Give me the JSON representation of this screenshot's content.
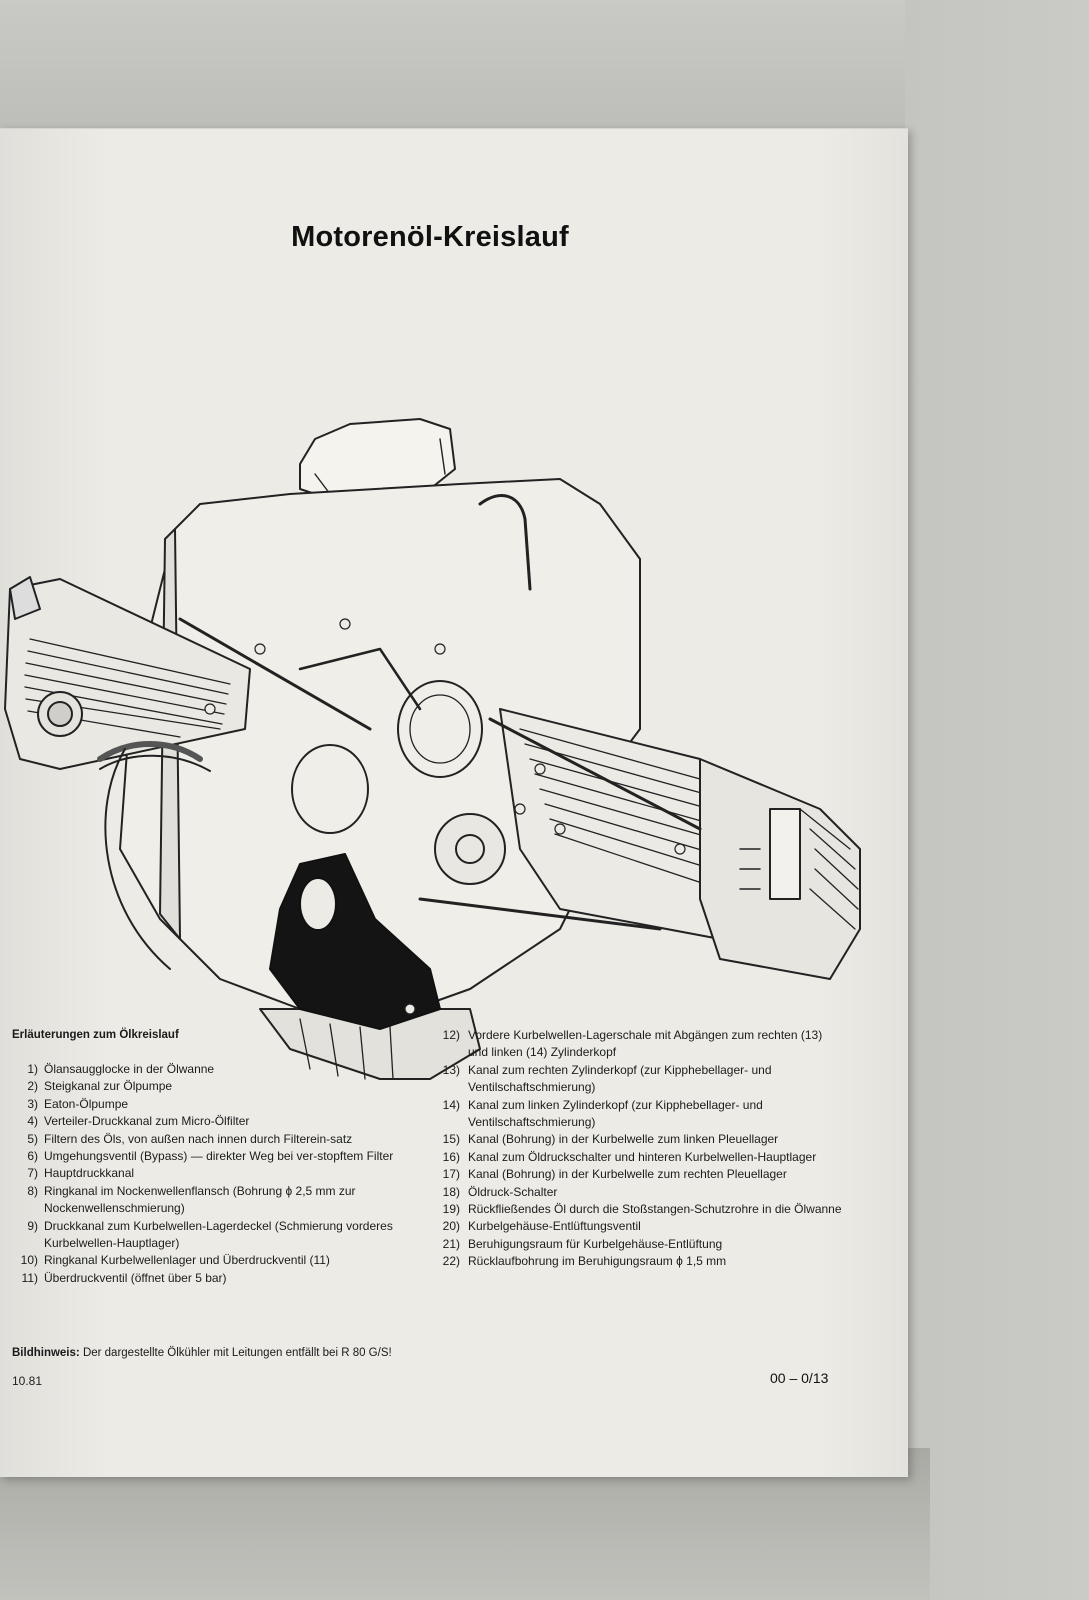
{
  "page": {
    "title": "Motorenöl-Kreislauf",
    "illustration_alt": "engine-cutaway-illustration"
  },
  "legend": {
    "heading": "Erläuterungen zum Ölkreislauf",
    "left_items": [
      {
        "num": "1)",
        "text": "Ölansaugglocke in der Ölwanne"
      },
      {
        "num": "2)",
        "text": "Steigkanal zur Ölpumpe"
      },
      {
        "num": "3)",
        "text": "Eaton-Ölpumpe"
      },
      {
        "num": "4)",
        "text": "Verteiler-Druckkanal zum Micro-Ölfilter"
      },
      {
        "num": "5)",
        "text": "Filtern des Öls, von außen nach innen durch Filterein-satz"
      },
      {
        "num": "6)",
        "text": "Umgehungsventil (Bypass) — direkter Weg bei ver-stopftem Filter"
      },
      {
        "num": "7)",
        "text": "Hauptdruckkanal"
      },
      {
        "num": "8)",
        "text": "Ringkanal im Nockenwellenflansch (Bohrung ϕ 2,5 mm zur Nockenwellenschmierung)"
      },
      {
        "num": "9)",
        "text": "Druckkanal zum Kurbelwellen-Lagerdeckel (Schmierung vorderes Kurbelwellen-Hauptlager)"
      },
      {
        "num": "10)",
        "text": "Ringkanal Kurbelwellenlager und Überdruckventil (11)"
      },
      {
        "num": "11)",
        "text": "Überdruckventil (öffnet über 5 bar)"
      }
    ],
    "right_items": [
      {
        "num": "12)",
        "text": "Vordere Kurbelwellen-Lagerschale mit Abgängen zum rechten (13) und linken (14) Zylinderkopf"
      },
      {
        "num": "13)",
        "text": "Kanal zum rechten Zylinderkopf (zur Kipphebellager- und Ventilschaftschmierung)"
      },
      {
        "num": "14)",
        "text": "Kanal zum linken Zylinderkopf (zur Kipphebellager- und Ventilschaftschmierung)"
      },
      {
        "num": "15)",
        "text": "Kanal (Bohrung) in der Kurbelwelle zum linken Pleuellager"
      },
      {
        "num": "16)",
        "text": "Kanal zum Öldruckschalter und hinteren Kurbelwellen-Hauptlager"
      },
      {
        "num": "17)",
        "text": "Kanal (Bohrung) in der Kurbelwelle zum rechten Pleuellager"
      },
      {
        "num": "18)",
        "text": "Öldruck-Schalter"
      },
      {
        "num": "19)",
        "text": "Rückfließendes Öl durch die Stoßstangen-Schutzrohre in die Ölwanne"
      },
      {
        "num": "20)",
        "text": "Kurbelgehäuse-Entlüftungsventil"
      },
      {
        "num": "21)",
        "text": "Beruhigungsraum für Kurbelgehäuse-Entlüftung"
      },
      {
        "num": "22)",
        "text": "Rücklaufbohrung im Beruhigungsraum ϕ 1,5 mm"
      }
    ]
  },
  "note": {
    "label": "Bildhinweis:",
    "text": "Der dargestellte Ölkühler mit Leitungen entfällt bei R 80 G/S!"
  },
  "footer": {
    "date": "10.81",
    "page_number": "00 – 0/13"
  }
}
